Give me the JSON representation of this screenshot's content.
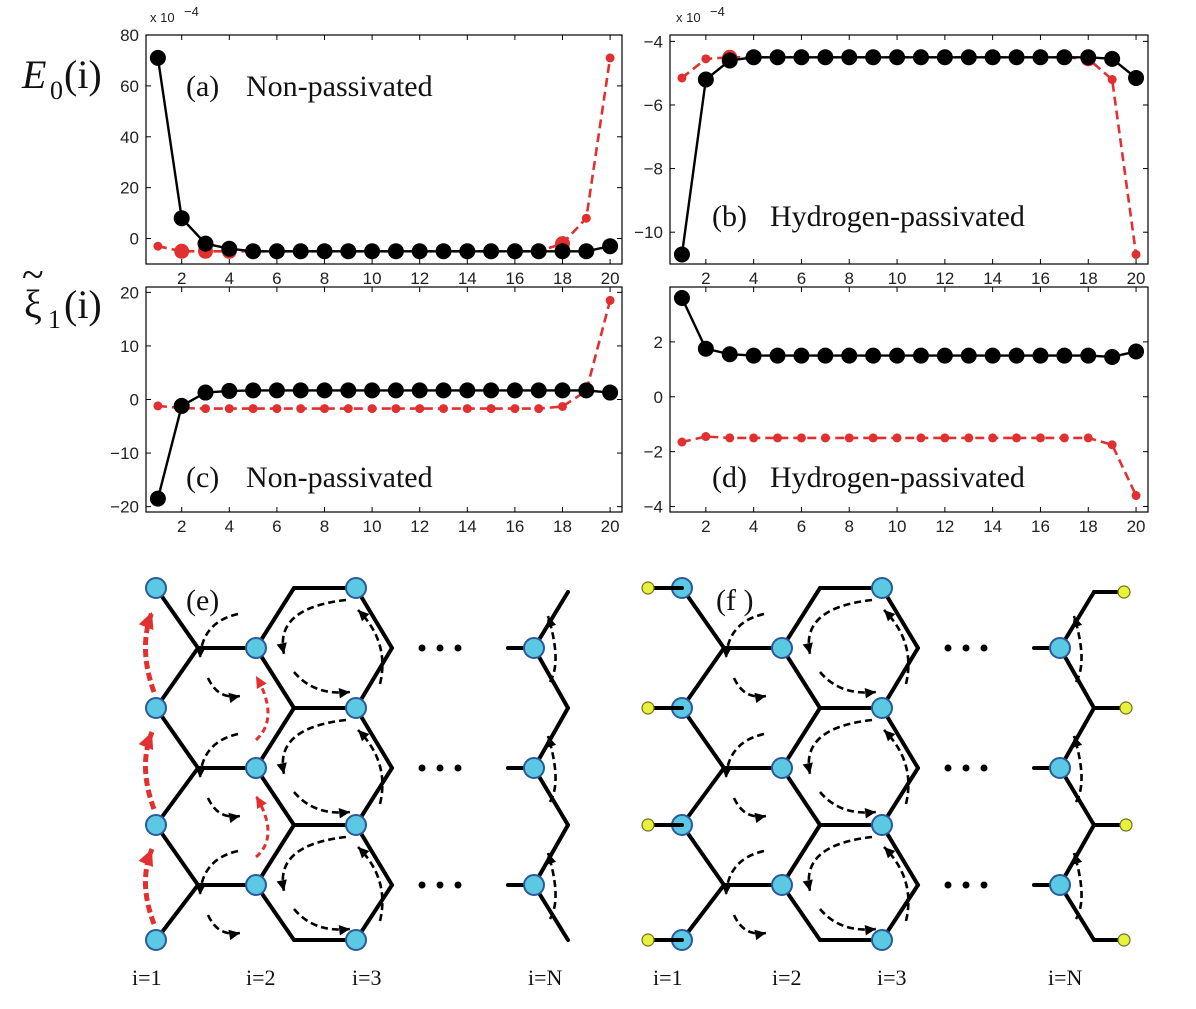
{
  "figure": {
    "row_labels": {
      "top": {
        "main": "E",
        "sub": "0",
        "arg": "(i)"
      },
      "bottom": {
        "main": "ξ",
        "tilde": "~",
        "sub": "1",
        "arg": "(i)"
      }
    },
    "panel_e": {
      "label": "(e)",
      "site_labels": [
        "i=1",
        "i=2",
        "i=3",
        "i=N"
      ]
    },
    "panel_f": {
      "label": "(f )",
      "site_labels": [
        "i=1",
        "i=2",
        "i=3",
        "i=N"
      ]
    },
    "ellipsis": "• • •"
  },
  "chart_data": [
    {
      "id": "a",
      "type": "line",
      "label": "(a)",
      "title": "Non-passivated",
      "multiplier": "x 10",
      "multiplier_exp": "−4",
      "xlim": [
        0.5,
        20.5
      ],
      "ylim": [
        -10,
        80
      ],
      "xticks": [
        2,
        4,
        6,
        8,
        10,
        12,
        14,
        16,
        18,
        20
      ],
      "yticks": [
        0,
        20,
        40,
        60,
        80
      ],
      "series": [
        {
          "color": "#000000",
          "style": "solid",
          "x": [
            1,
            2,
            3,
            4,
            5,
            6,
            7,
            8,
            9,
            10,
            11,
            12,
            13,
            14,
            15,
            16,
            17,
            18,
            19,
            20
          ],
          "y": [
            71,
            8,
            -2,
            -4,
            -5,
            -5,
            -5,
            -5,
            -5,
            -5,
            -5,
            -5,
            -5,
            -5,
            -5,
            -5,
            -5,
            -5,
            -5,
            -3
          ]
        },
        {
          "color": "#e03030",
          "style": "dashed",
          "x": [
            1,
            2,
            3,
            4,
            5,
            6,
            7,
            8,
            9,
            10,
            11,
            12,
            13,
            14,
            15,
            16,
            17,
            18,
            19,
            20
          ],
          "y": [
            -3,
            -5,
            -5,
            -5,
            -5,
            -5,
            -5,
            -5,
            -5,
            -5,
            -5,
            -5,
            -5,
            -5,
            -5,
            -5,
            -5,
            -2,
            8,
            71
          ]
        }
      ]
    },
    {
      "id": "b",
      "type": "line",
      "label": "(b)",
      "title": "Hydrogen-passivated",
      "multiplier": "x 10",
      "multiplier_exp": "−4",
      "xlim": [
        0.5,
        20.5
      ],
      "ylim": [
        -11,
        -3.8
      ],
      "xticks": [
        2,
        4,
        6,
        8,
        10,
        12,
        14,
        16,
        18,
        20
      ],
      "yticks": [
        -10,
        -8,
        -6,
        -4
      ],
      "series": [
        {
          "color": "#000000",
          "style": "solid",
          "x": [
            1,
            2,
            3,
            4,
            5,
            6,
            7,
            8,
            9,
            10,
            11,
            12,
            13,
            14,
            15,
            16,
            17,
            18,
            19,
            20
          ],
          "y": [
            -10.7,
            -5.2,
            -4.6,
            -4.5,
            -4.5,
            -4.5,
            -4.5,
            -4.5,
            -4.5,
            -4.5,
            -4.5,
            -4.5,
            -4.5,
            -4.5,
            -4.5,
            -4.5,
            -4.5,
            -4.5,
            -4.55,
            -5.15
          ]
        },
        {
          "color": "#e03030",
          "style": "dashed",
          "x": [
            1,
            2,
            3,
            4,
            5,
            6,
            7,
            8,
            9,
            10,
            11,
            12,
            13,
            14,
            15,
            16,
            17,
            18,
            19,
            20
          ],
          "y": [
            -5.15,
            -4.55,
            -4.5,
            -4.5,
            -4.5,
            -4.5,
            -4.5,
            -4.5,
            -4.5,
            -4.5,
            -4.5,
            -4.5,
            -4.5,
            -4.5,
            -4.5,
            -4.5,
            -4.5,
            -4.55,
            -5.2,
            -10.7
          ]
        }
      ]
    },
    {
      "id": "c",
      "type": "line",
      "label": "(c)",
      "title": "Non-passivated",
      "xlim": [
        0.5,
        20.5
      ],
      "ylim": [
        -21,
        21
      ],
      "xticks": [
        2,
        4,
        6,
        8,
        10,
        12,
        14,
        16,
        18,
        20
      ],
      "yticks": [
        -20,
        -10,
        0,
        10,
        20
      ],
      "series": [
        {
          "color": "#000000",
          "style": "solid",
          "x": [
            1,
            2,
            3,
            4,
            5,
            6,
            7,
            8,
            9,
            10,
            11,
            12,
            13,
            14,
            15,
            16,
            17,
            18,
            19,
            20
          ],
          "y": [
            -18.5,
            -1.2,
            1.3,
            1.6,
            1.7,
            1.7,
            1.7,
            1.7,
            1.7,
            1.7,
            1.7,
            1.7,
            1.7,
            1.7,
            1.7,
            1.7,
            1.7,
            1.7,
            1.7,
            1.3
          ]
        },
        {
          "color": "#e03030",
          "style": "dashed",
          "x": [
            1,
            2,
            3,
            4,
            5,
            6,
            7,
            8,
            9,
            10,
            11,
            12,
            13,
            14,
            15,
            16,
            17,
            18,
            19,
            20
          ],
          "y": [
            -1.2,
            -1.6,
            -1.7,
            -1.7,
            -1.7,
            -1.7,
            -1.7,
            -1.7,
            -1.7,
            -1.7,
            -1.7,
            -1.7,
            -1.7,
            -1.7,
            -1.7,
            -1.7,
            -1.7,
            -1.3,
            1.6,
            18.5
          ]
        }
      ]
    },
    {
      "id": "d",
      "type": "line",
      "label": "(d)",
      "title": "Hydrogen-passivated",
      "xlim": [
        0.5,
        20.5
      ],
      "ylim": [
        -4.2,
        4.0
      ],
      "xticks": [
        2,
        4,
        6,
        8,
        10,
        12,
        14,
        16,
        18,
        20
      ],
      "yticks": [
        -4,
        -2,
        0,
        2
      ],
      "series": [
        {
          "color": "#000000",
          "style": "solid",
          "x": [
            1,
            2,
            3,
            4,
            5,
            6,
            7,
            8,
            9,
            10,
            11,
            12,
            13,
            14,
            15,
            16,
            17,
            18,
            19,
            20
          ],
          "y": [
            3.6,
            1.75,
            1.55,
            1.5,
            1.5,
            1.5,
            1.5,
            1.5,
            1.5,
            1.5,
            1.5,
            1.5,
            1.5,
            1.5,
            1.5,
            1.5,
            1.5,
            1.5,
            1.45,
            1.65
          ]
        },
        {
          "color": "#e03030",
          "style": "dashed",
          "x": [
            1,
            2,
            3,
            4,
            5,
            6,
            7,
            8,
            9,
            10,
            11,
            12,
            13,
            14,
            15,
            16,
            17,
            18,
            19,
            20
          ],
          "y": [
            -1.65,
            -1.45,
            -1.5,
            -1.5,
            -1.5,
            -1.5,
            -1.5,
            -1.5,
            -1.5,
            -1.5,
            -1.5,
            -1.5,
            -1.5,
            -1.5,
            -1.5,
            -1.5,
            -1.5,
            -1.5,
            -1.75,
            -3.6
          ]
        }
      ]
    }
  ]
}
